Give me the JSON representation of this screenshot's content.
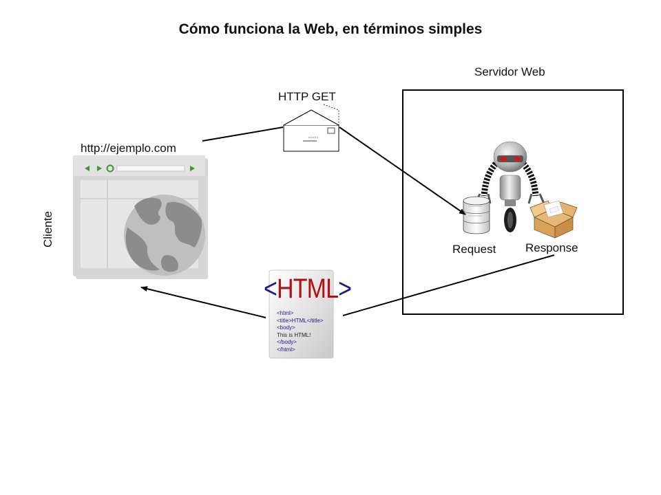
{
  "title": "Cómo funciona la Web, en términos simples",
  "labels": {
    "server": "Servidor Web",
    "http_get": "HTTP GET",
    "url": "http://ejemplo.com",
    "client": "Cliente",
    "request": "Request",
    "response": "Response"
  },
  "html_doc": {
    "heading_open": "<",
    "heading": "HTML",
    "heading_close": ">",
    "lines": [
      "<html>",
      "<title>HTML</title>",
      "<body>",
      "This is HTML!",
      "</body>",
      "</html>"
    ]
  },
  "icons": [
    "browser-window-icon",
    "globe-icon",
    "envelope-icon",
    "robot-icon",
    "database-icon",
    "open-box-icon",
    "html-document-icon"
  ],
  "colors": {
    "line": "#000000",
    "browser_gray": "#d6d6d6",
    "globe_gray": "#8c8c8c",
    "html_red": "#b01010",
    "html_blue": "#1b1b8a",
    "robot_red": "#e01010"
  }
}
